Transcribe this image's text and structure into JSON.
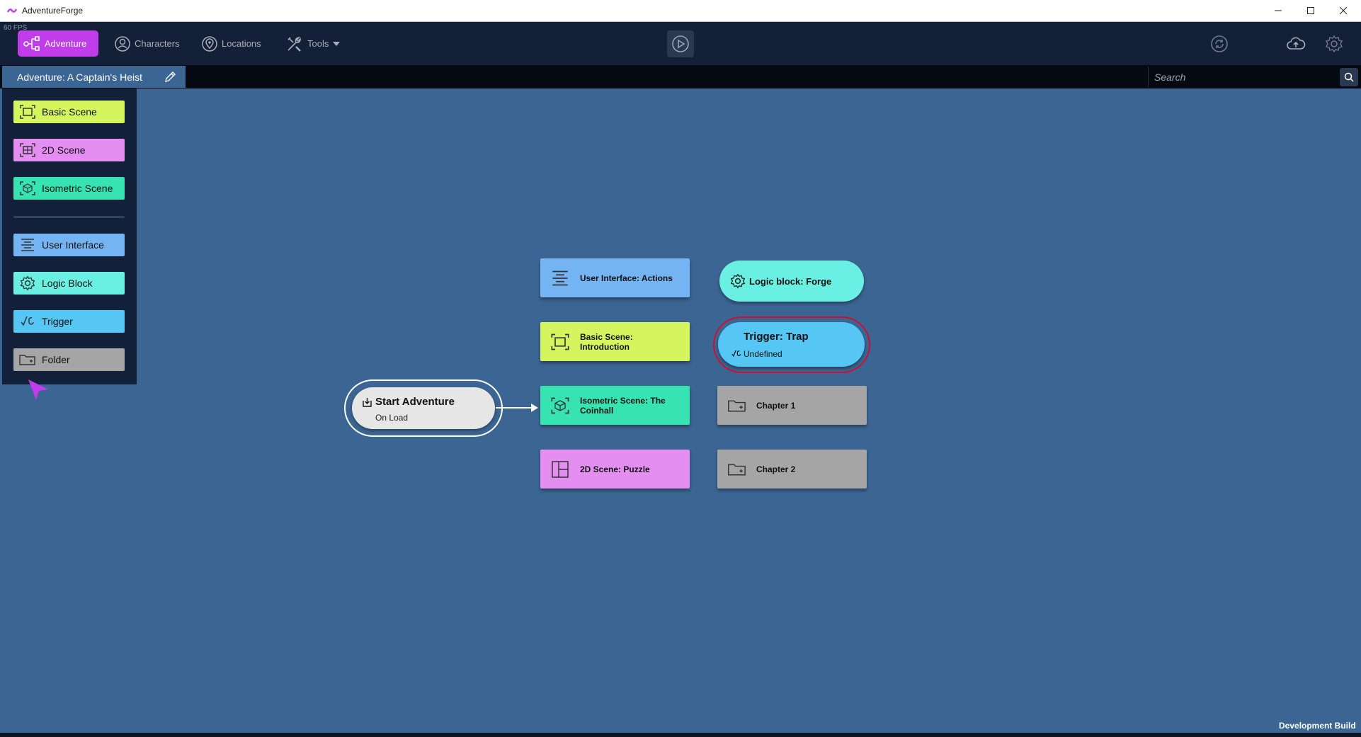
{
  "window": {
    "title": "AdventureForge"
  },
  "fps": "60 FPS",
  "nav": {
    "adventure": "Adventure",
    "characters": "Characters",
    "locations": "Locations",
    "tools": "Tools"
  },
  "tab": {
    "title": "Adventure: A Captain's Heist"
  },
  "search": {
    "placeholder": "Search"
  },
  "palette": {
    "items": [
      {
        "label": "Basic Scene",
        "color": "#d5f55e",
        "icon": "basic-scene-icon"
      },
      {
        "label": "2D Scene",
        "color": "#e58ef2",
        "icon": "2d-scene-icon"
      },
      {
        "label": "Isometric Scene",
        "color": "#36e3b1",
        "icon": "isometric-scene-icon"
      },
      {
        "label": "User Interface",
        "color": "#74b4f2",
        "icon": "user-interface-icon"
      },
      {
        "label": "Logic Block",
        "color": "#6af0e2",
        "icon": "gear-icon"
      },
      {
        "label": "Trigger",
        "color": "#56c6f5",
        "icon": "trigger-icon"
      },
      {
        "label": "Folder",
        "color": "#a5a5a5",
        "icon": "folder-icon"
      }
    ]
  },
  "nodes": {
    "start": {
      "title": "Start Adventure",
      "subtitle": "On Load"
    },
    "ui_actions": "User Interface: Actions",
    "basic_intro": "Basic Scene: Introduction",
    "isometric_coinhall": "Isometric Scene: The Coinhall",
    "scene2d_puzzle": "2D Scene: Puzzle",
    "logic_forge": "Logic block: Forge",
    "trigger": {
      "title": "Trigger: Trap",
      "subtitle": "Undefined"
    },
    "chapter1": "Chapter 1",
    "chapter2": "Chapter 2"
  },
  "footer": {
    "build": "Development Build"
  },
  "colors": {
    "canvas": "#3b6592",
    "nav": "#132038",
    "accent": "#c13dea",
    "trigger_ring": "#d10f2e"
  }
}
